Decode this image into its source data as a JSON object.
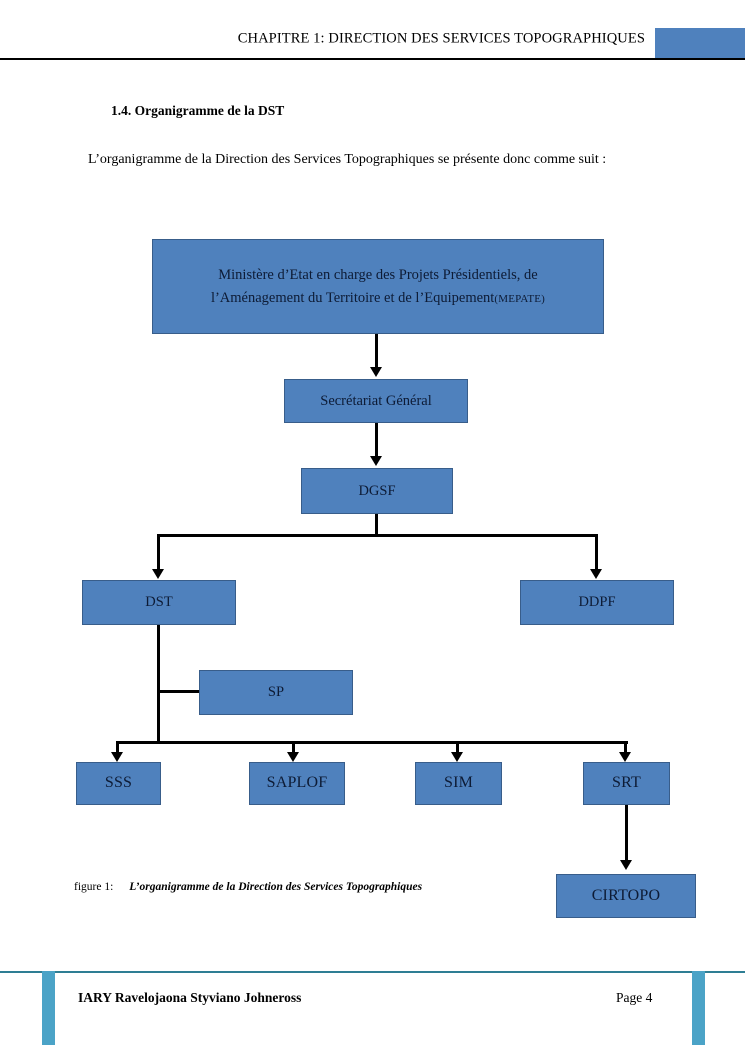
{
  "page": {
    "header_title": "CHAPITRE 1: DIRECTION DES SERVICES TOPOGRAPHIQUES",
    "section_heading": "1.4. Organigramme de la DST",
    "intro_paragraph": "L’organigramme de la Direction des Services Topographiques se présente donc comme suit :",
    "accent_blue": "#4F81BD",
    "accent_border": "#385D8A",
    "accent_teal": "#4BA3C7"
  },
  "figure": {
    "caption_label": "figure 1:",
    "caption_text": "L’organigramme de la Direction des Services Topographiques"
  },
  "chart_data": {
    "type": "diagram",
    "title": "Organigramme de la Direction des Services Topographiques",
    "nodes": [
      {
        "id": "mepate",
        "label_line1": "Ministère d’Etat en charge des Projets Présidentiels, de",
        "label_line2": "l’Aménagement du Territoire et de l’Equipement",
        "label_suffix": "(MEPATE)",
        "level": 0
      },
      {
        "id": "sg",
        "label": "Secrétariat Général",
        "level": 1
      },
      {
        "id": "dgsf",
        "label": "DGSF",
        "level": 2
      },
      {
        "id": "dst",
        "label": "DST",
        "level": 3
      },
      {
        "id": "ddpf",
        "label": "DDPF",
        "level": 3
      },
      {
        "id": "sp",
        "label": "SP",
        "level": 4
      },
      {
        "id": "sss",
        "label": "SSS",
        "level": 5
      },
      {
        "id": "saplof",
        "label": "SAPLOF",
        "level": 5
      },
      {
        "id": "sim",
        "label": "SIM",
        "level": 5
      },
      {
        "id": "srt",
        "label": "SRT",
        "level": 5
      },
      {
        "id": "cirtopo",
        "label": "CIRTOPO",
        "level": 6
      }
    ],
    "edges": [
      {
        "from": "mepate",
        "to": "sg"
      },
      {
        "from": "sg",
        "to": "dgsf"
      },
      {
        "from": "dgsf",
        "to": "dst"
      },
      {
        "from": "dgsf",
        "to": "ddpf"
      },
      {
        "from": "dst",
        "to": "sp"
      },
      {
        "from": "dst",
        "to": "sss"
      },
      {
        "from": "dst",
        "to": "saplof"
      },
      {
        "from": "dst",
        "to": "sim"
      },
      {
        "from": "dst",
        "to": "srt"
      },
      {
        "from": "srt",
        "to": "cirtopo"
      }
    ]
  },
  "footer": {
    "author": "IARY Ravelojaona Styviano Johneross",
    "page_label": "Page 4"
  }
}
